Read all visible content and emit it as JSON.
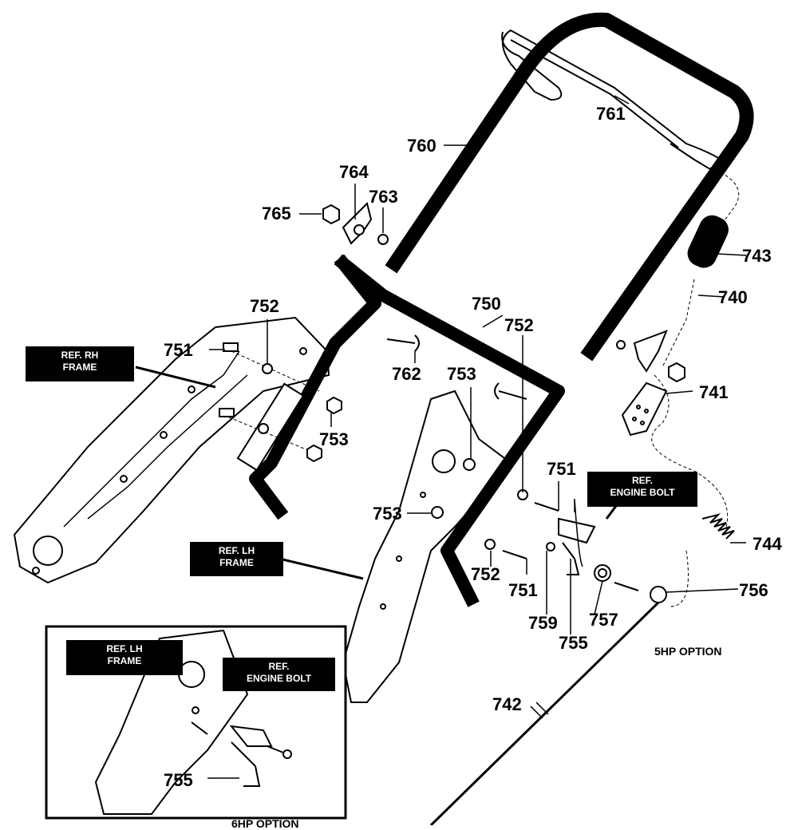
{
  "part_numbers": {
    "p761": "761",
    "p760": "760",
    "p764": "764",
    "p763": "763",
    "p765": "765",
    "p743": "743",
    "p740": "740",
    "p752a": "752",
    "p750": "750",
    "p752b": "752",
    "p751a": "751",
    "p762": "762",
    "p753a": "753",
    "p741": "741",
    "p753b": "753",
    "p751b": "751",
    "p753c": "753",
    "p744": "744",
    "p752c": "752",
    "p751c": "751",
    "p756": "756",
    "p759": "759",
    "p757": "757",
    "p755a": "755",
    "p742": "742",
    "p755b": "755"
  },
  "callouts": {
    "rh_frame": [
      "REF. RH",
      "FRAME"
    ],
    "lh_frame": [
      "REF. LH",
      "FRAME"
    ],
    "engine_bolt": [
      "REF.",
      "ENGINE BOLT"
    ],
    "inset_lh_frame": [
      "REF. LH",
      "FRAME"
    ],
    "inset_engine_bolt": [
      "REF.",
      "ENGINE BOLT"
    ]
  },
  "notes": {
    "five_hp": "5HP OPTION",
    "six_hp": "6HP OPTION"
  }
}
